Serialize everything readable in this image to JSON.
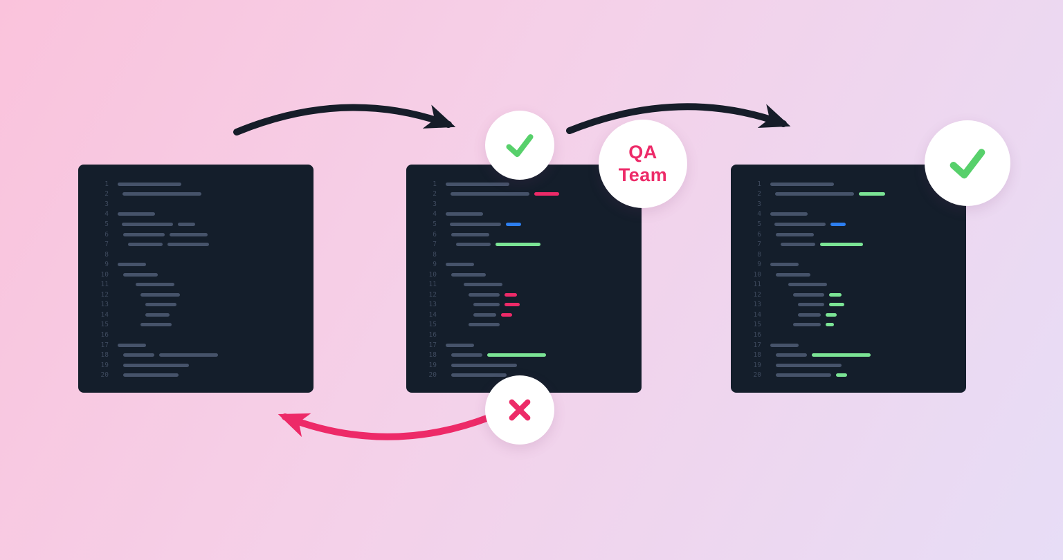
{
  "colors": {
    "background_start": "#fac3dc",
    "background_end": "#e7ddf6",
    "panel_bg": "#141e2b",
    "bar_default": "#46536a",
    "bar_error": "#ed2a68",
    "bar_success": "#7be495",
    "bar_info": "#2d7ff0",
    "line_number": "#3e4a5e",
    "arrow_dark": "#161d29",
    "arrow_error": "#ed2a68",
    "check_green": "#57d06b",
    "x_pink": "#ed2a68",
    "badge_bg": "#ffffff",
    "qa_text": "#ed2a68"
  },
  "badges": {
    "qa_team": {
      "line1": "QA",
      "line2": "Team"
    },
    "check_approved": {
      "icon": "checkmark"
    },
    "check_final": {
      "icon": "checkmark"
    },
    "rejected": {
      "icon": "x-mark"
    }
  },
  "panels": [
    {
      "name": "original-code",
      "lines": [
        {
          "n": 1,
          "indent": 0,
          "bars": [
            {
              "w": 92
            }
          ]
        },
        {
          "n": 2,
          "indent": 7,
          "bars": [
            {
              "w": 114
            }
          ]
        },
        {
          "n": 3,
          "indent": 0,
          "bars": []
        },
        {
          "n": 4,
          "indent": 0,
          "bars": [
            {
              "w": 54
            }
          ]
        },
        {
          "n": 5,
          "indent": 6,
          "bars": [
            {
              "w": 74
            },
            {
              "w": 25
            }
          ]
        },
        {
          "n": 6,
          "indent": 8,
          "bars": [
            {
              "w": 60
            },
            {
              "w": 55
            }
          ]
        },
        {
          "n": 7,
          "indent": 15,
          "bars": [
            {
              "w": 50
            },
            {
              "w": 60
            }
          ]
        },
        {
          "n": 8,
          "indent": 0,
          "bars": []
        },
        {
          "n": 9,
          "indent": 0,
          "bars": [
            {
              "w": 41
            }
          ]
        },
        {
          "n": 10,
          "indent": 8,
          "bars": [
            {
              "w": 50
            }
          ]
        },
        {
          "n": 11,
          "indent": 26,
          "bars": [
            {
              "w": 56
            }
          ]
        },
        {
          "n": 12,
          "indent": 33,
          "bars": [
            {
              "w": 57
            }
          ]
        },
        {
          "n": 13,
          "indent": 40,
          "bars": [
            {
              "w": 45
            }
          ]
        },
        {
          "n": 14,
          "indent": 40,
          "bars": [
            {
              "w": 35
            }
          ]
        },
        {
          "n": 15,
          "indent": 33,
          "bars": [
            {
              "w": 45
            }
          ]
        },
        {
          "n": 16,
          "indent": 0,
          "bars": []
        },
        {
          "n": 17,
          "indent": 0,
          "bars": [
            {
              "w": 41
            }
          ]
        },
        {
          "n": 18,
          "indent": 8,
          "bars": [
            {
              "w": 45
            },
            {
              "w": 85
            }
          ]
        },
        {
          "n": 19,
          "indent": 8,
          "bars": [
            {
              "w": 95
            }
          ]
        },
        {
          "n": 20,
          "indent": 8,
          "bars": [
            {
              "w": 80
            }
          ]
        }
      ]
    },
    {
      "name": "submitted-code-with-errors",
      "lines": [
        {
          "n": 1,
          "indent": 0,
          "bars": [
            {
              "w": 92
            }
          ]
        },
        {
          "n": 2,
          "indent": 7,
          "bars": [
            {
              "w": 114
            },
            {
              "w": 36,
              "c": "error"
            }
          ]
        },
        {
          "n": 3,
          "indent": 0,
          "bars": []
        },
        {
          "n": 4,
          "indent": 0,
          "bars": [
            {
              "w": 54
            }
          ]
        },
        {
          "n": 5,
          "indent": 6,
          "bars": [
            {
              "w": 74
            },
            {
              "w": 22,
              "c": "info"
            }
          ]
        },
        {
          "n": 6,
          "indent": 8,
          "bars": [
            {
              "w": 55
            }
          ]
        },
        {
          "n": 7,
          "indent": 15,
          "bars": [
            {
              "w": 50
            },
            {
              "w": 65,
              "c": "success"
            }
          ]
        },
        {
          "n": 8,
          "indent": 0,
          "bars": []
        },
        {
          "n": 9,
          "indent": 0,
          "bars": [
            {
              "w": 41
            }
          ]
        },
        {
          "n": 10,
          "indent": 8,
          "bars": [
            {
              "w": 50
            }
          ]
        },
        {
          "n": 11,
          "indent": 26,
          "bars": [
            {
              "w": 56
            }
          ]
        },
        {
          "n": 12,
          "indent": 33,
          "bars": [
            {
              "w": 45
            },
            {
              "w": 18,
              "c": "error"
            }
          ]
        },
        {
          "n": 13,
          "indent": 40,
          "bars": [
            {
              "w": 38
            },
            {
              "w": 22,
              "c": "error"
            }
          ]
        },
        {
          "n": 14,
          "indent": 40,
          "bars": [
            {
              "w": 33
            },
            {
              "w": 16,
              "c": "error"
            }
          ]
        },
        {
          "n": 15,
          "indent": 33,
          "bars": [
            {
              "w": 45
            }
          ]
        },
        {
          "n": 16,
          "indent": 0,
          "bars": []
        },
        {
          "n": 17,
          "indent": 0,
          "bars": [
            {
              "w": 41
            }
          ]
        },
        {
          "n": 18,
          "indent": 8,
          "bars": [
            {
              "w": 45
            },
            {
              "w": 85,
              "c": "success"
            }
          ]
        },
        {
          "n": 19,
          "indent": 8,
          "bars": [
            {
              "w": 95
            }
          ]
        },
        {
          "n": 20,
          "indent": 8,
          "bars": [
            {
              "w": 80
            }
          ]
        }
      ]
    },
    {
      "name": "approved-fixed-code",
      "lines": [
        {
          "n": 1,
          "indent": 0,
          "bars": [
            {
              "w": 92
            }
          ]
        },
        {
          "n": 2,
          "indent": 7,
          "bars": [
            {
              "w": 114
            },
            {
              "w": 38,
              "c": "success"
            }
          ]
        },
        {
          "n": 3,
          "indent": 0,
          "bars": []
        },
        {
          "n": 4,
          "indent": 0,
          "bars": [
            {
              "w": 54
            }
          ]
        },
        {
          "n": 5,
          "indent": 6,
          "bars": [
            {
              "w": 74
            },
            {
              "w": 22,
              "c": "info"
            }
          ]
        },
        {
          "n": 6,
          "indent": 8,
          "bars": [
            {
              "w": 55
            }
          ]
        },
        {
          "n": 7,
          "indent": 15,
          "bars": [
            {
              "w": 50
            },
            {
              "w": 62,
              "c": "success"
            }
          ]
        },
        {
          "n": 8,
          "indent": 0,
          "bars": []
        },
        {
          "n": 9,
          "indent": 0,
          "bars": [
            {
              "w": 41
            }
          ]
        },
        {
          "n": 10,
          "indent": 8,
          "bars": [
            {
              "w": 50
            }
          ]
        },
        {
          "n": 11,
          "indent": 26,
          "bars": [
            {
              "w": 56
            }
          ]
        },
        {
          "n": 12,
          "indent": 33,
          "bars": [
            {
              "w": 45
            },
            {
              "w": 18,
              "c": "success"
            }
          ]
        },
        {
          "n": 13,
          "indent": 40,
          "bars": [
            {
              "w": 38
            },
            {
              "w": 22,
              "c": "success"
            }
          ]
        },
        {
          "n": 14,
          "indent": 40,
          "bars": [
            {
              "w": 33
            },
            {
              "w": 16,
              "c": "success"
            }
          ]
        },
        {
          "n": 15,
          "indent": 33,
          "bars": [
            {
              "w": 40
            },
            {
              "w": 12,
              "c": "success"
            }
          ]
        },
        {
          "n": 16,
          "indent": 0,
          "bars": []
        },
        {
          "n": 17,
          "indent": 0,
          "bars": [
            {
              "w": 41
            }
          ]
        },
        {
          "n": 18,
          "indent": 8,
          "bars": [
            {
              "w": 45
            },
            {
              "w": 85,
              "c": "success"
            }
          ]
        },
        {
          "n": 19,
          "indent": 8,
          "bars": [
            {
              "w": 95
            }
          ]
        },
        {
          "n": 20,
          "indent": 8,
          "bars": [
            {
              "w": 80
            },
            {
              "w": 16,
              "c": "success"
            }
          ]
        }
      ]
    }
  ]
}
